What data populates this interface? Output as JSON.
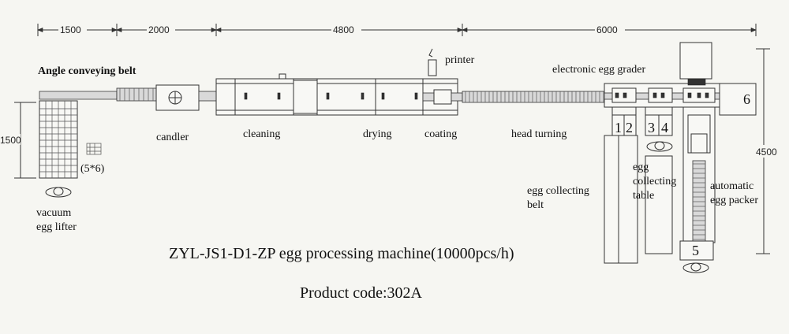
{
  "dimensions": {
    "top": [
      "1500",
      "2000",
      "4800",
      "6000"
    ],
    "left": "1500",
    "right": "4500"
  },
  "labels": {
    "angle_conveying_belt": "Angle conveying belt",
    "printer": "printer",
    "electronic_egg_grader": "electronic egg grader",
    "candler": "candler",
    "cleaning": "cleaning",
    "drying": "drying",
    "coating": "coating",
    "head_turning": "head turning",
    "egg_lifter_count": "(5*6)",
    "vacuum_egg_lifter": [
      "vacuum",
      "egg lifter"
    ],
    "egg_collecting_belt": [
      "egg collecting",
      "belt"
    ],
    "egg_collecting_table": [
      "egg",
      "collecting",
      "table"
    ],
    "automatic_egg_packer": [
      "automatic",
      "egg packer"
    ]
  },
  "stations": {
    "s1": "1",
    "s2": "2",
    "s3": "3",
    "s4": "4",
    "s5": "5",
    "s6": "6"
  },
  "title": "ZYL-JS1-D1-ZP egg processing machine(10000pcs/h)",
  "product_code": "Product code:302A"
}
